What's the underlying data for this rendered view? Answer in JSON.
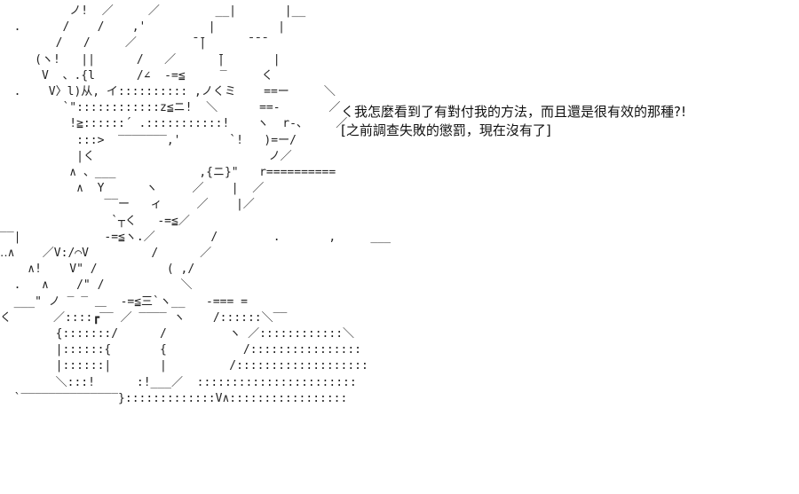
{
  "art": {
    "lines": [
      "          ノ!  ／     ／        __|       |__",
      "  .      /    /    ,'         |         |",
      "        /   /     ／        ̄ ̄|      ̄ ̄ ̄",
      "     (ヽ!   ||      /   ／      ̄|       |",
      "      V  、.{l      /∠  -=≦     ‾     く",
      "  .    V〉l)从, イ:::::::::: ,ノくミ    ==ー     ＼",
      "         `\"::::::::::::z≦ニ!  ＼      ==-       ／",
      "          !≧::::::´ .:::::::::::!    ヽ  r-、    ／",
      "           :::>  ‾‾‾‾‾‾‾,'       `!   )=ー/",
      "           |く                         ノ／",
      "          ∧ 、___            ,{ニ}\"   r==========",
      "           ∧  Y      ヽ     ／    |  ／",
      "               ‾‾ー   ィ     ／    |／",
      "                `┬く   -=≦／",
      "‾‾|            -=≦ヽ.／        /        .       ,     ___",
      "‥∧    ／V:/⌒V         /      ／",
      "    ∧!    V\" /          ( ,/",
      "  .   ∧    /\" /           ＼",
      "  ___\" ノ ‾ ‾ ＿  -=≦三`ヽ__   -=== =",
      "く      ／::::┏‾‾ ／ ‾‾‾‾ ヽ    /::::::＼‾‾",
      "        {:::::::/      /         ヽ ／::::::::::::＼",
      "        |::::::{       {           /::::::::::::::::",
      "        |::::::|       |         /:::::::::::::::::::",
      "        ＼:::!      :!___／  :::::::::::::::::::::::",
      "  `‾‾‾‾‾‾‾‾‾‾‾‾‾‾}:::::::::::::V∧:::::::::::::::::"
    ]
  },
  "dialogue": {
    "line1": "く我怎麼看到了有對付我的方法，而且還是很有效的那種?!",
    "line2": "[之前調查失敗的懲罰，現在沒有了]"
  }
}
